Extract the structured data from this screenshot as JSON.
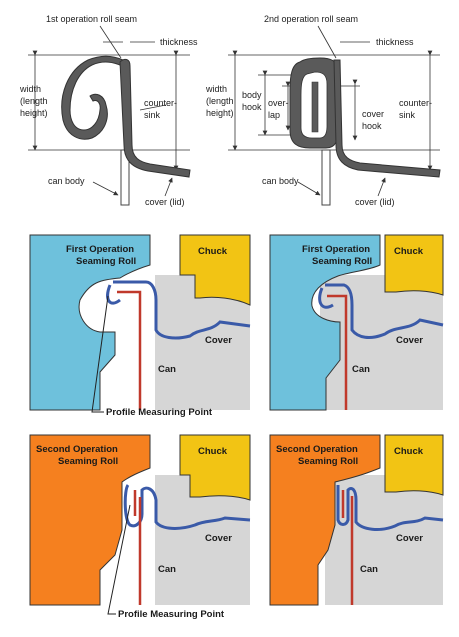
{
  "top": {
    "left": {
      "title": "1st operation roll seam",
      "thickness": "thickness",
      "width_lines": [
        "width",
        "(length",
        "height)"
      ],
      "countersink_lines": [
        "counter-",
        "sink"
      ],
      "can_body": "can body",
      "cover": "cover (lid)"
    },
    "right": {
      "title": "2nd operation roll seam",
      "thickness": "thickness",
      "width_lines": [
        "width",
        "(length",
        "height)"
      ],
      "body_hook_lines": [
        "body",
        "hook"
      ],
      "overlap_lines": [
        "over-",
        "lap"
      ],
      "cover_hook_lines": [
        "cover",
        "hook"
      ],
      "countersink_lines": [
        "counter-",
        "sink"
      ],
      "can_body": "can body",
      "cover": "cover (lid)"
    }
  },
  "panels": [
    {
      "roll_lines": [
        "First Operation",
        "Seaming Roll"
      ],
      "chuck": "Chuck",
      "cover": "Cover",
      "can": "Can",
      "measure": "Profile Measuring Point"
    },
    {
      "roll_lines": [
        "First Operation",
        "Seaming Roll"
      ],
      "chuck": "Chuck",
      "cover": "Cover",
      "can": "Can"
    },
    {
      "roll_lines": [
        "Second Operation",
        "Seaming Roll"
      ],
      "chuck": "Chuck",
      "cover": "Cover",
      "can": "Can",
      "measure": "Profile Measuring Point"
    },
    {
      "roll_lines": [
        "Second Operation",
        "Seaming Roll"
      ],
      "chuck": "Chuck",
      "cover": "Cover",
      "can": "Can"
    }
  ],
  "colors": {
    "first_roll": "#6ec1dc",
    "second_roll": "#f5801f",
    "chuck": "#f2c414",
    "can_area": "#d6d6d6",
    "cover_line": "#3a5aa8",
    "can_line": "#c0392b",
    "seam": "#5a5a5a"
  }
}
